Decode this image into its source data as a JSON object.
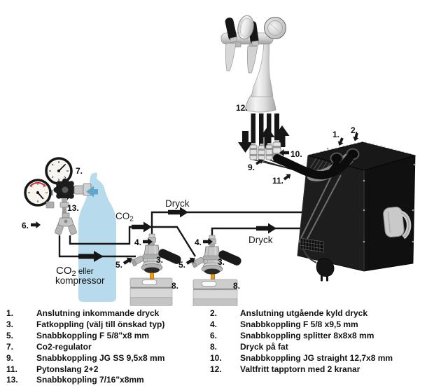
{
  "colors": {
    "line_black": "#161616",
    "bottle_blue": "#b7dbed",
    "arrow_blue": "#5fa7cb",
    "arrow_orange": "#ef9d1f",
    "box_black": "#141414",
    "keg_gray": "#cdcdcd",
    "chrome_gray": "#d9d9d9"
  },
  "diagram": {
    "callouts": {
      "c1": "1.",
      "c2": "2.",
      "c3": "3.",
      "c4": "4.",
      "c5": "5.",
      "c6": "6.",
      "c7": "7.",
      "c8": "8.",
      "c9": "9.",
      "c10": "10.",
      "c11": "11.",
      "c12": "12.",
      "c13": "13."
    },
    "labels": {
      "dryck_top": "Dryck",
      "dryck_bottom": "Dryck",
      "co2_main": "CO",
      "co2_sub": "2",
      "source_co2": "CO",
      "source_co2_sub": "2",
      "source_eller": " eller",
      "source_kompressor": "kompressor"
    }
  },
  "legend": {
    "left": [
      {
        "num": "1.",
        "text": "Anslutning inkommande dryck"
      },
      {
        "num": "3.",
        "text": "Fatkoppling (välj till önskad typ)"
      },
      {
        "num": "5.",
        "text": "Snabbkoppling F 5/8\"x8 mm"
      },
      {
        "num": "7.",
        "text": "Co2-regulator"
      },
      {
        "num": "9.",
        "text": "Snabbkoppling JG SS 9,5x8 mm"
      },
      {
        "num": "11.",
        "text": "Pytonslang 2+2"
      },
      {
        "num": "13.",
        "text": "Snabbkoppling 7/16\"x8mm"
      }
    ],
    "right": [
      {
        "num": "2.",
        "text": "Anslutning utgående kyld dryck"
      },
      {
        "num": "4.",
        "text": "Snabbkoppling F 5/8 x9,5 mm"
      },
      {
        "num": "6.",
        "text": "Snabbkoppling splitter 8x8x8 mm"
      },
      {
        "num": "8.",
        "text": "Dryck på fat"
      },
      {
        "num": "10.",
        "text": "Snabbkoppling JG straight 12,7x8 mm"
      },
      {
        "num": "12.",
        "text": "Valtfritt tapptorn med 2 kranar"
      }
    ]
  }
}
